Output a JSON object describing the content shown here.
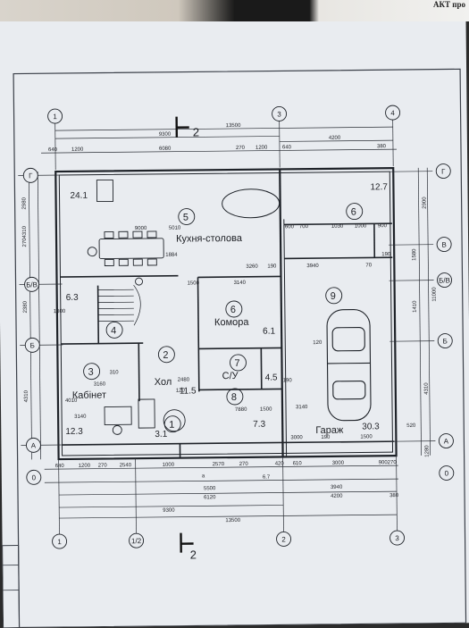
{
  "header": {
    "corner_text": "АКТ про"
  },
  "axes": {
    "top": [
      "1",
      "3",
      "4"
    ],
    "bottom": [
      "1",
      "1/2",
      "2",
      "3"
    ],
    "left": [
      "Г",
      "Б/В",
      "Б",
      "А",
      "0"
    ],
    "right": [
      "Г",
      "В",
      "Б/В",
      "Б",
      "А",
      "0"
    ],
    "a_label": "a"
  },
  "section_marks": {
    "top": "2",
    "bottom": "2"
  },
  "dimensions": {
    "top_overall": "13500",
    "top_left": "9300",
    "top_right": "4200",
    "top_small": [
      "640",
      "1200",
      "6080",
      "270",
      "1200",
      "640",
      "380"
    ],
    "bottom_overall": "13500",
    "bottom_left": "9300",
    "bottom_sub": [
      "5500",
      "6120",
      "3940",
      "4200",
      "380"
    ],
    "bottom_row": [
      "640",
      "1200",
      "270",
      "2540",
      "1000",
      "2570",
      "270",
      "420",
      "610",
      "3000",
      "900",
      "270"
    ],
    "bottom_span": "6.7",
    "left": [
      "2980",
      "4310",
      "270",
      "2380",
      "4310"
    ],
    "right": [
      "2900",
      "1580",
      "1410",
      "11000",
      "4310",
      "1280"
    ],
    "interior": [
      "9000",
      "5010",
      "3260",
      "190",
      "3940",
      "70",
      "1030",
      "1000",
      "900",
      "700",
      "600",
      "190",
      "3140",
      "1500",
      "2480",
      "120",
      "1800",
      "3160",
      "4010",
      "3140",
      "1500",
      "7880",
      "120",
      "310",
      "520",
      "3000",
      "190",
      "1500",
      "3140",
      "1884",
      "190"
    ]
  },
  "rooms": [
    {
      "num": "5",
      "name": "Кухня-столова",
      "area": "24.1"
    },
    {
      "num": "6",
      "name": "Комора",
      "area": "6.1"
    },
    {
      "num": "9",
      "name": "Гараж",
      "area": "30.3"
    },
    {
      "num": "2",
      "name": "Хол",
      "area": "11.5"
    },
    {
      "num": "7",
      "name": "С/У",
      "area": "4.5"
    },
    {
      "num": "8",
      "name": "",
      "area": "7.3"
    },
    {
      "num": "3",
      "name": "Кабінет",
      "area": "12.3"
    },
    {
      "num": "1",
      "name": "",
      "area": "3.1"
    },
    {
      "num": "4",
      "name": "",
      "area": "6.3"
    },
    {
      "num": "6",
      "name": "",
      "area": "12.7"
    }
  ]
}
